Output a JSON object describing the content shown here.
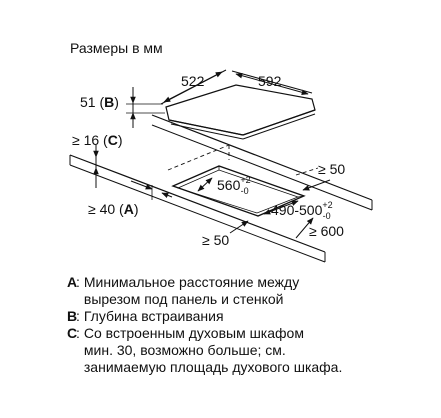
{
  "title": "Размеры в мм",
  "dimensions": {
    "depth_top": "522",
    "width_top": "592",
    "thickness": "51",
    "thickness_ref": "B",
    "min_top_gap": "≥ 16",
    "min_top_gap_ref": "C",
    "cutout_depth": "560",
    "cutout_depth_tol_plus": "+2",
    "cutout_depth_tol_minus": "-0",
    "right_gap": "≥ 50",
    "cutout_width": "490-500",
    "cutout_width_tol_plus": "+2",
    "cutout_width_tol_minus": "-0",
    "front_gap": "≥ 40",
    "front_gap_ref": "A",
    "bottom_gap": "≥ 50",
    "rear_gap": "≥ 600"
  },
  "legend": [
    {
      "key": "A",
      "text": "Минимальное расстояние между\nвырезом под панель и стенкой"
    },
    {
      "key": "B",
      "text": "Глубина встраивания"
    },
    {
      "key": "C",
      "text": "Со встроенным духовым шкафом\nмин. 30, возможно больше; см.\nзанимаемую площадь духового шкафа."
    }
  ]
}
